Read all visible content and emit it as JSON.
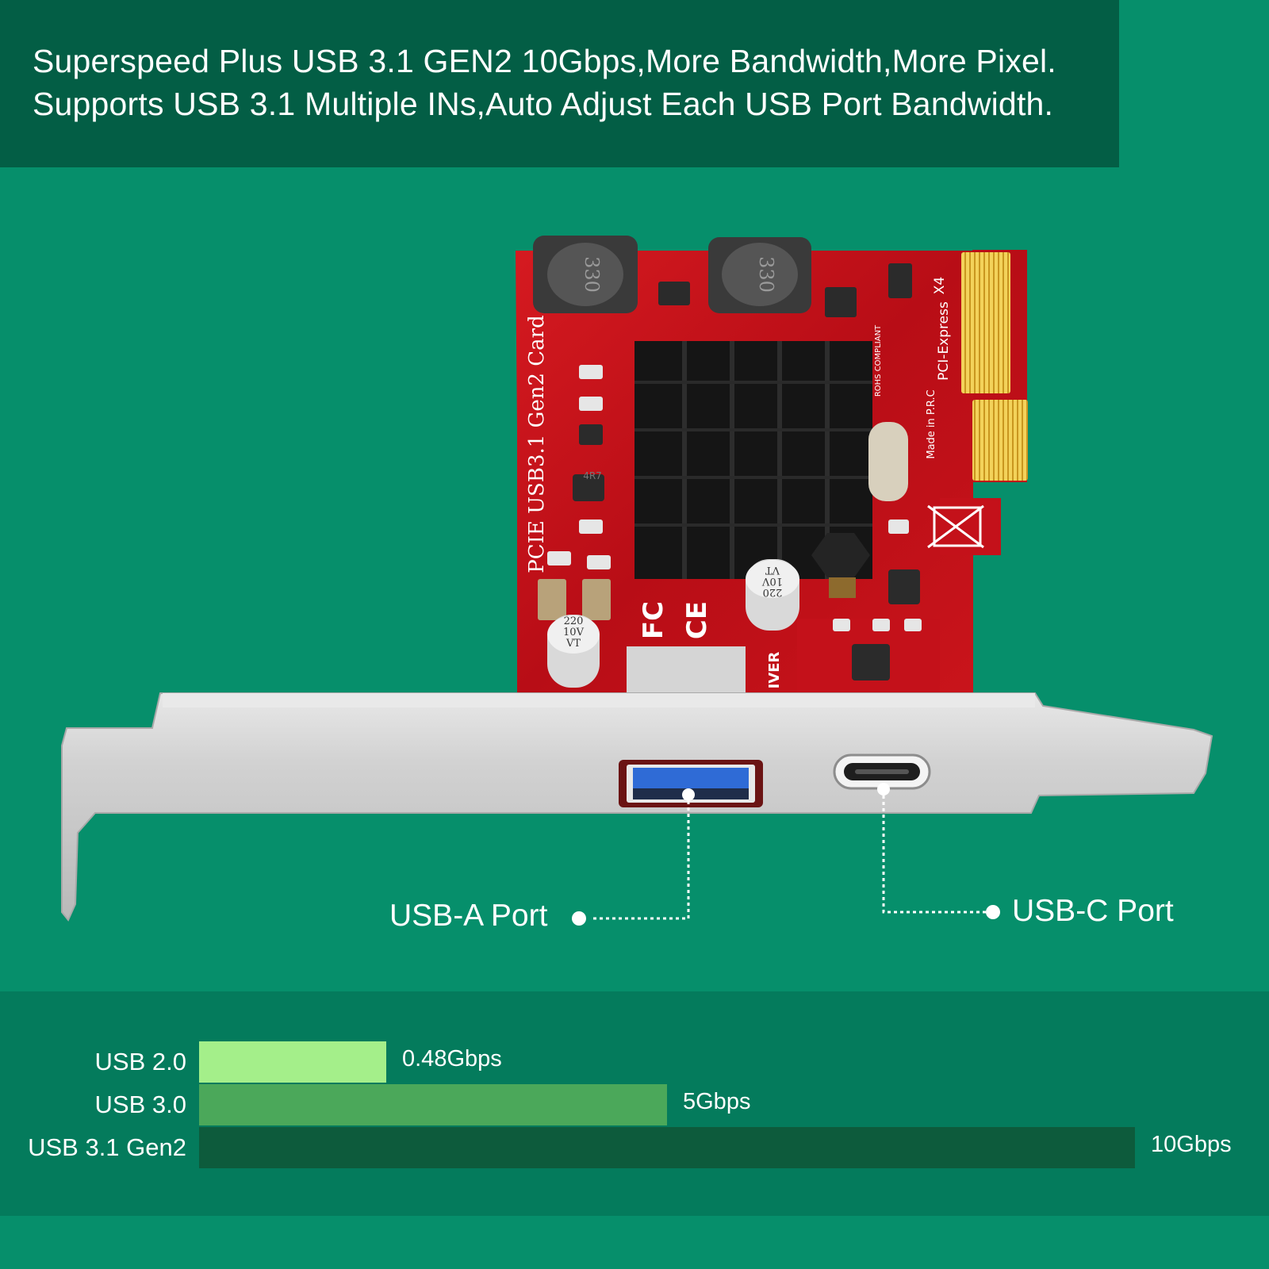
{
  "header": {
    "line1": "Superspeed Plus USB 3.1 GEN2 10Gbps,More Bandwidth,More Pixel.",
    "line2": "Supports USB 3.1 Multiple INs,Auto Adjust Each USB Port Bandwidth."
  },
  "product": {
    "pcb_title": "PCIE USB3.1 Gen2 Card",
    "pcie_marking": "PCI-Express",
    "lane_marking": "X4",
    "origin_marking": "Made in P.R.C",
    "inductor_marking": "330",
    "small_inductor_marking": "4R7",
    "capacitor_marking": [
      "220",
      "10V",
      "VT"
    ],
    "brand_fragment": "IVER",
    "cert_marks": [
      "FC",
      "CE"
    ],
    "compliance_marking": "ROHS COMPLIANT"
  },
  "ports": {
    "usb_a_label": "USB-A Port",
    "usb_c_label": "USB-C Port"
  },
  "colors": {
    "background": "#068f6b",
    "header_band": "#035e45",
    "comparison_band": "#047b5c",
    "pcb_red": "#c4111a",
    "bracket_silver": "#c9c9c9"
  },
  "comparison": {
    "unit": "Gbps",
    "items": [
      {
        "name": "USB 2.0",
        "value": 0.48,
        "value_label": "0.48Gbps",
        "color": "#a4ef8a"
      },
      {
        "name": "USB 3.0",
        "value": 5,
        "value_label": "5Gbps",
        "color": "#4ba85a"
      },
      {
        "name": "USB 3.1 Gen2",
        "value": 10,
        "value_label": "10Gbps",
        "color": "#0d5b3c"
      }
    ]
  }
}
